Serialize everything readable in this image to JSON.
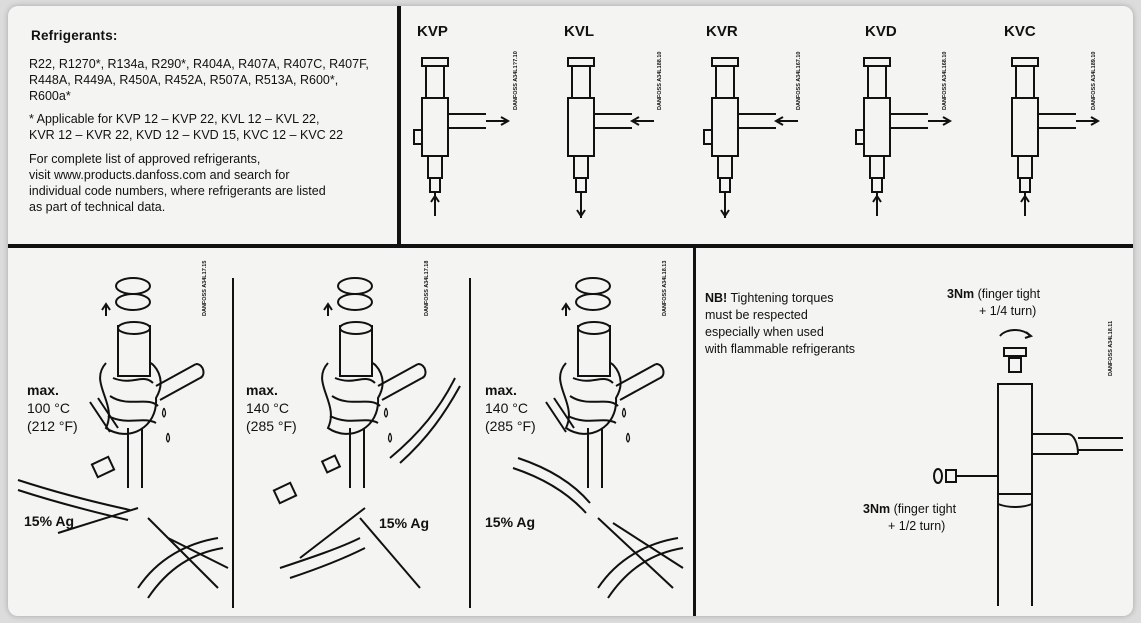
{
  "refrigerants": {
    "heading": "Refrigerants:",
    "list_lines": [
      "R22, R1270*, R134a, R290*, R404A, R407A, R407C, R407F,",
      "R448A, R449A, R450A, R452A, R507A, R513A, R600*,",
      "R600a*"
    ],
    "note_lines": [
      "* Applicable for KVP 12 – KVP 22, KVL 12 – KVL 22,",
      "KVR 12 – KVR 22, KVD 12 – KVD 15, KVC 12 – KVC 22"
    ],
    "approved_lines": [
      "For complete list of approved refrigerants,",
      "visit www.products.danfoss.com and search for",
      "individual code numbers, where refrigerants are listed",
      "as part of technical data."
    ]
  },
  "models": [
    {
      "label": "KVP",
      "code": "DANFOSS A34L1?7.10"
    },
    {
      "label": "KVL",
      "code": "DANFOSS A34L188.10"
    },
    {
      "label": "KVR",
      "code": "DANFOSS A34L167.10"
    },
    {
      "label": "KVD",
      "code": "DANFOSS A34L168.10"
    },
    {
      "label": "KVC",
      "code": "DANFOSS A34L189.10"
    }
  ],
  "brazing": [
    {
      "max_label": "max.",
      "temp_c": "100 °C",
      "temp_f": "(212 °F)",
      "silver": "15% Ag",
      "code": "DANFOSS A34L17.15"
    },
    {
      "max_label": "max.",
      "temp_c": "140 °C",
      "temp_f": "(285 °F)",
      "silver": "15% Ag",
      "code": "DANFOSS A34L17.18"
    },
    {
      "max_label": "max.",
      "temp_c": "140 °C",
      "temp_f": "(285 °F)",
      "silver": "15% Ag",
      "code": "DANFOSS A34L18.13"
    }
  ],
  "torque": {
    "note_bold": "NB!",
    "note_lines": [
      " Tightening torques",
      "must be respected",
      "especially when used",
      "with flammable refrigerants"
    ],
    "top_bold": "3Nm",
    "top_rest": " (finger tight",
    "top_line2": "+ 1/4 turn)",
    "side_bold": "3Nm",
    "side_rest": " (finger tight",
    "side_line2": "+ 1/2 turn)",
    "code": "DANFOSS A34L18.11"
  }
}
